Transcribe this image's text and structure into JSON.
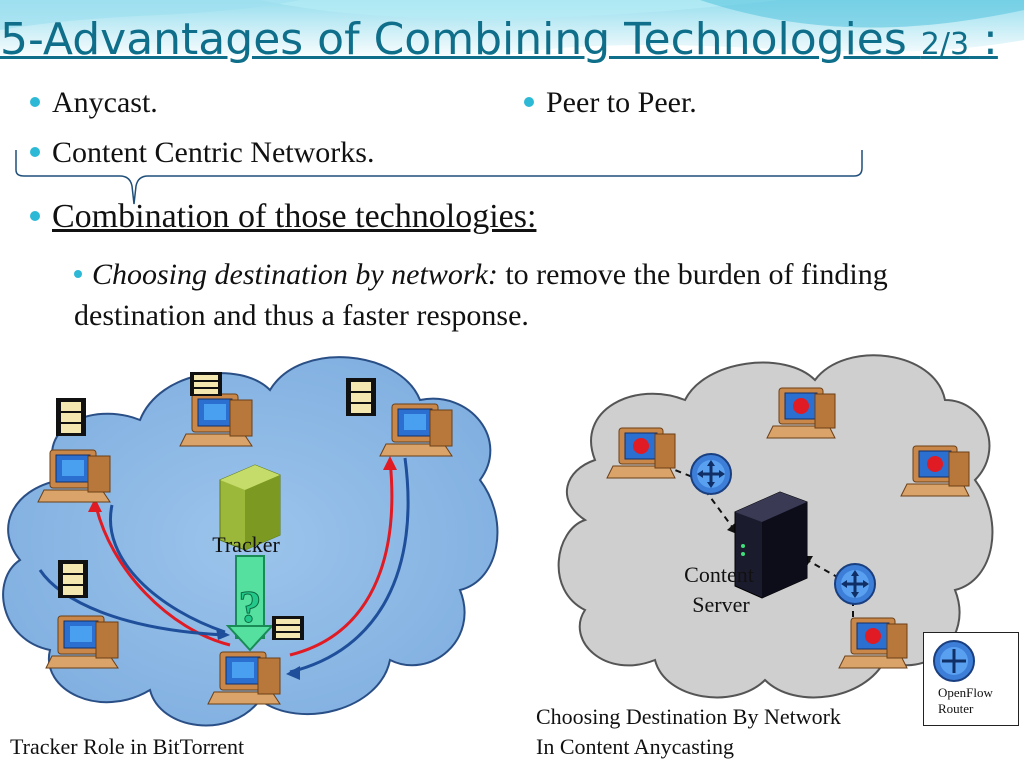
{
  "title": {
    "main": "5-Advantages of Combining Technologies ",
    "fraction": "2/3",
    "suffix": " :"
  },
  "bullets": {
    "anycast": "Anycast.",
    "peer_to_peer": "Peer to Peer.",
    "ccn": "Content Centric Networks.",
    "combination": "Combination of those technologies:"
  },
  "sub_bullet": {
    "italic": "Choosing destination by network:",
    "rest": " to remove the burden of finding destination and thus a faster response."
  },
  "left_diagram": {
    "tracker_label": "Tracker",
    "question_mark": "?",
    "caption": "Tracker Role in BitTorrent"
  },
  "right_diagram": {
    "server_label_line1": "Content",
    "server_label_line2": "Server",
    "caption_line1": "Choosing Destination By Network",
    "caption_line2": "In Content Anycasting"
  },
  "legend": {
    "line1": "OpenFlow",
    "line2": "Router"
  },
  "colors": {
    "title": "#0f6f8a",
    "bullet_dot": "#2db9d6",
    "left_cloud": "#8db8e4",
    "right_cloud": "#cfcfcf",
    "red_arrow": "#e01b24",
    "blue_arrow": "#1f4f9a"
  }
}
